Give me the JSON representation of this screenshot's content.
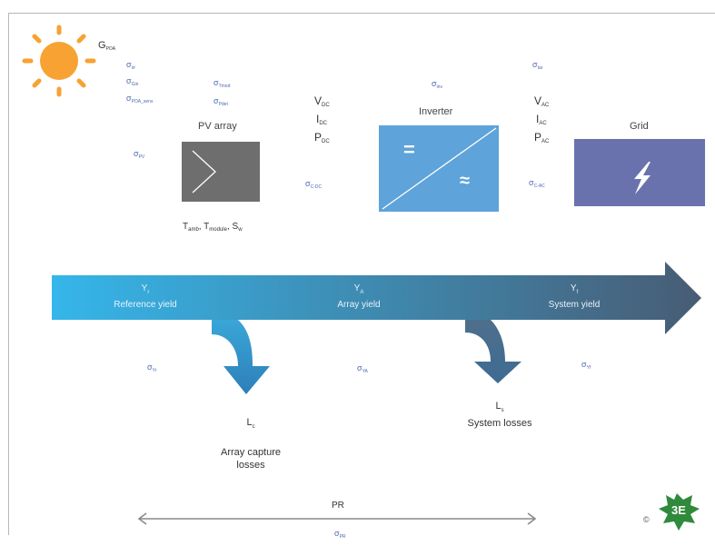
{
  "sun": {
    "symbols": [
      "G",
      "σ",
      "σ",
      "σ"
    ],
    "subs": [
      "POA",
      "irr",
      "Gin",
      "POA_sens"
    ],
    "color": "#f7a233"
  },
  "pv_array": {
    "title": "PV array",
    "sym_top": [
      "σ",
      "σ"
    ],
    "sym_top_subs": [
      "Tmod",
      "Pdet"
    ],
    "sym_left": "σ",
    "sym_left_sub": "PV",
    "temps": [
      "T",
      "T",
      "S"
    ],
    "temps_subs": [
      "amb",
      "module",
      "w"
    ],
    "color": "#6e6e6e"
  },
  "dc": {
    "vars": [
      "V",
      "I",
      "P"
    ],
    "subs": [
      "DC",
      "DC",
      "DC"
    ],
    "sym": "σ",
    "sym_sub": "C-DC"
  },
  "inverter": {
    "title": "Inverter",
    "sym": "σ",
    "sym_sub": "inv",
    "dc_symbol": "=",
    "ac_symbol": "≈",
    "color": "#5ea3da"
  },
  "ac": {
    "sym_top": "σ",
    "sym_top_sub": "tar",
    "vars": [
      "V",
      "I",
      "P"
    ],
    "subs": [
      "AC",
      "AC",
      "AC"
    ],
    "sym": "σ",
    "sym_sub": "C-AC"
  },
  "grid": {
    "title": "Grid",
    "icon": "lightning-icon",
    "color": "#6a72ad"
  },
  "flow": {
    "yields": [
      {
        "symbol": "Y",
        "sub": "r",
        "label": "Reference yield"
      },
      {
        "symbol": "Y",
        "sub": "A",
        "label": "Array yield"
      },
      {
        "symbol": "Y",
        "sub": "f",
        "label": "System yield"
      }
    ],
    "colors": {
      "start": "#35b6ea",
      "end": "#485c74"
    }
  },
  "losses": [
    {
      "symbol": "L",
      "sub": "c",
      "label_line1": "Array capture",
      "label_line2": "losses"
    },
    {
      "symbol": "L",
      "sub": "s",
      "label_line1": "System losses",
      "label_line2": ""
    }
  ],
  "uncertainties": [
    "σ",
    "σ",
    "σ"
  ],
  "uncertainty_subs": [
    "Yr",
    "YA",
    "Yf"
  ],
  "pr": {
    "label": "PR",
    "sym": "σ",
    "sym_sub": "PR"
  },
  "logo": {
    "copyright": "©",
    "text": "3E",
    "color": "#2f8a3c"
  }
}
